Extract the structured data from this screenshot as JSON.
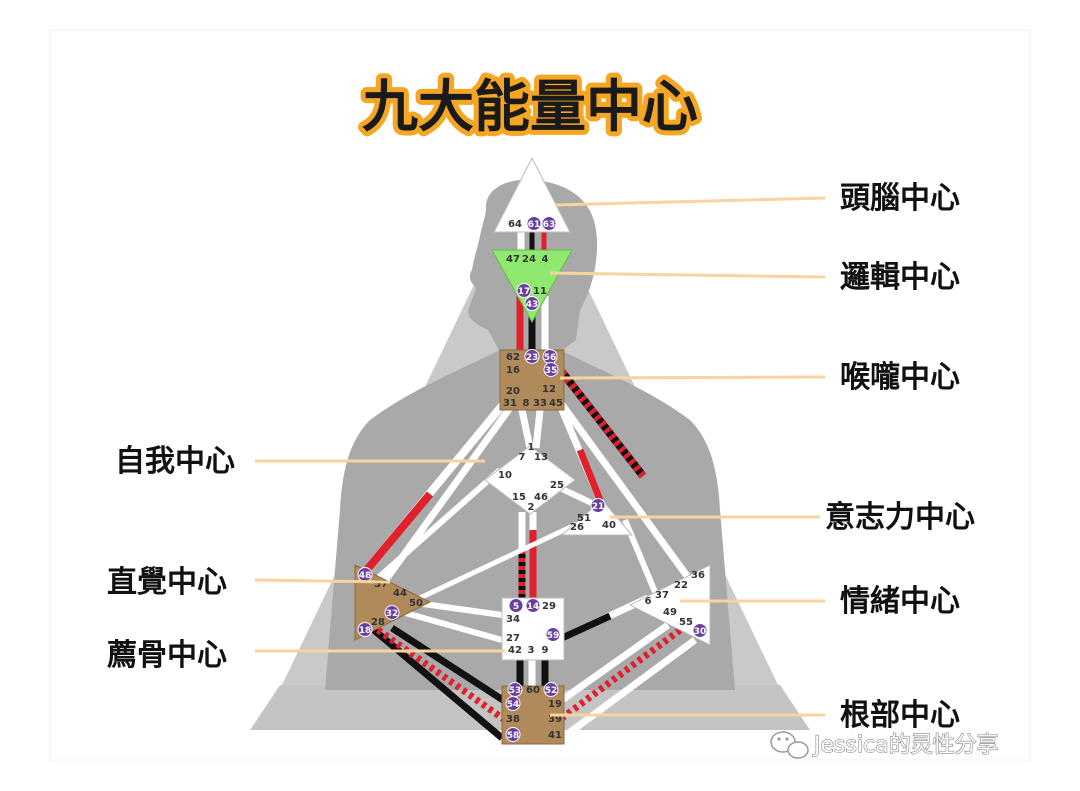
{
  "title": "九大能量中心",
  "watermark": "Jessica的灵性分享",
  "colors": {
    "title_outline": "#f5a623",
    "pointer_line": "#f7d3a0",
    "head_center": "#ffffff",
    "ajna_center": "#8fe870",
    "motor_center": "#b08a5a",
    "channel_red": "#e0202a",
    "channel_black": "#111111",
    "active_gate": "#6a3fa0"
  },
  "centers": [
    {
      "key": "head",
      "label": "頭腦中心"
    },
    {
      "key": "ajna",
      "label": "邏輯中心"
    },
    {
      "key": "throat",
      "label": "喉嚨中心"
    },
    {
      "key": "g",
      "label": "自我中心"
    },
    {
      "key": "heart",
      "label": "意志力中心"
    },
    {
      "key": "spleen",
      "label": "直覺中心"
    },
    {
      "key": "solar",
      "label": "情緒中心"
    },
    {
      "key": "sacral",
      "label": "薦骨中心"
    },
    {
      "key": "root",
      "label": "根部中心"
    }
  ],
  "gates": {
    "head": [
      "64",
      "61",
      "63"
    ],
    "ajna": [
      "47",
      "24",
      "4",
      "17",
      "11",
      "43"
    ],
    "throat": [
      "62",
      "23",
      "56",
      "16",
      "35",
      "12",
      "20",
      "31",
      "8",
      "33",
      "45"
    ],
    "g": [
      "1",
      "7",
      "13",
      "10",
      "25",
      "15",
      "46",
      "2"
    ],
    "heart": [
      "21",
      "51",
      "26",
      "40"
    ],
    "spleen": [
      "48",
      "57",
      "44",
      "50",
      "32",
      "28",
      "18"
    ],
    "solar": [
      "36",
      "22",
      "6",
      "37",
      "49",
      "55",
      "30"
    ],
    "sacral": [
      "5",
      "14",
      "29",
      "34",
      "27",
      "59",
      "42",
      "3",
      "9"
    ],
    "root": [
      "53",
      "60",
      "52",
      "54",
      "19",
      "38",
      "39",
      "58",
      "41"
    ]
  },
  "active_gates": [
    "61",
    "63",
    "17",
    "43",
    "23",
    "56",
    "35",
    "21",
    "48",
    "32",
    "18",
    "30",
    "5",
    "14",
    "59",
    "53",
    "52",
    "54",
    "58"
  ]
}
